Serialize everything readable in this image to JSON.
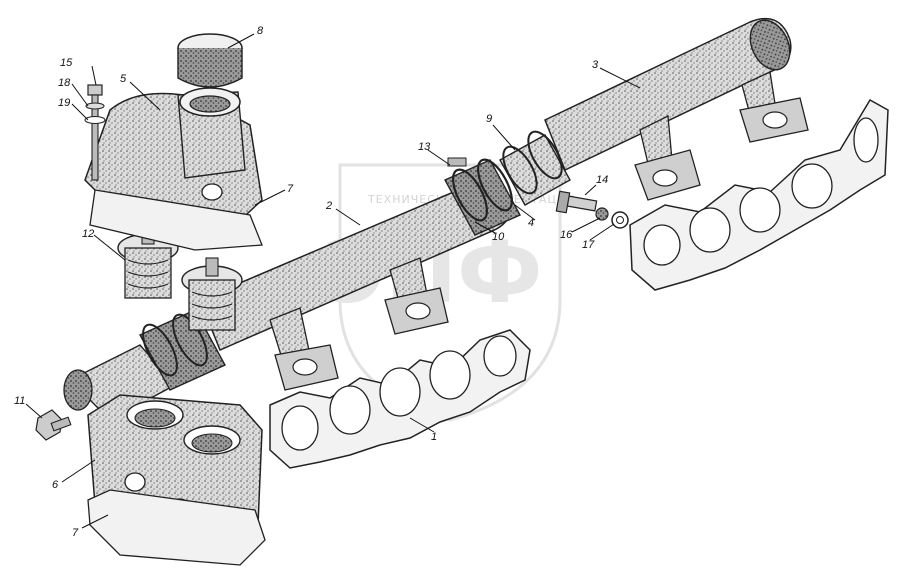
{
  "diagram": {
    "watermark": {
      "text": "ТЕХНИЧЕСКИЙ  ДОКУМЕНТАЦИИ",
      "logo": "ЭПФ"
    },
    "callouts": [
      "1",
      "2",
      "3",
      "4",
      "5",
      "6",
      "7",
      "7",
      "8",
      "9",
      "10",
      "11",
      "12",
      "13",
      "14",
      "15",
      "16",
      "17",
      "18",
      "19"
    ]
  }
}
